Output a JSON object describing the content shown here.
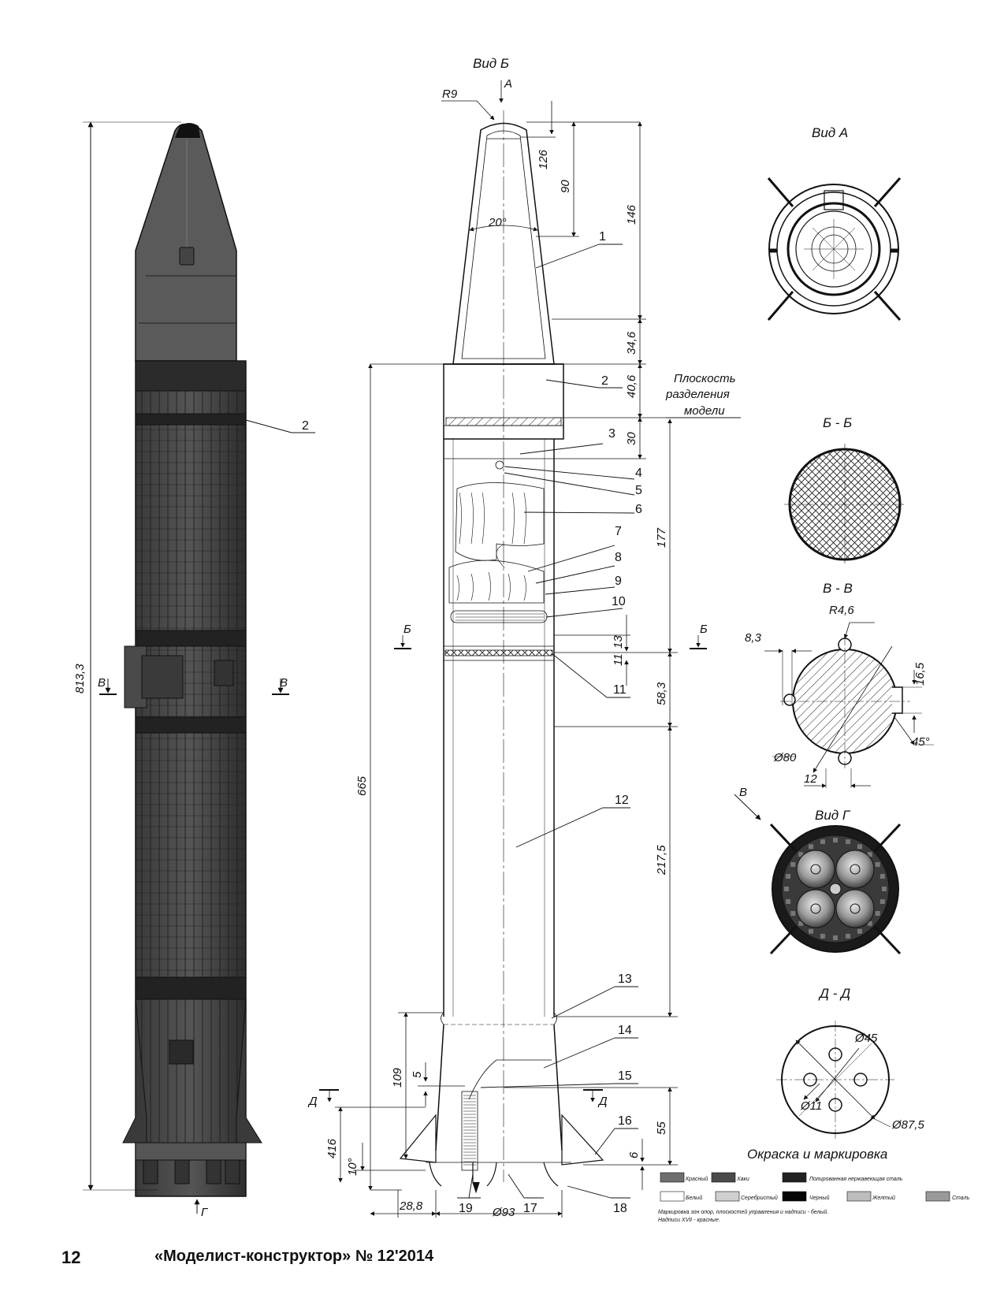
{
  "views": {
    "view_b": "Вид Б",
    "view_a": "Вид А",
    "view_g": "Вид Г",
    "section_bb": "Б - Б",
    "section_vv": "В - В",
    "section_dd": "Д - Д",
    "arrow_a": "А",
    "marker_b": "Б",
    "marker_v": "В",
    "marker_d": "Д",
    "marker_g": "Г"
  },
  "separation_plane": [
    "Плоскость",
    "разделения",
    "модели"
  ],
  "dimensions": {
    "overall_length": "813,3",
    "r9": "R9",
    "d126": "126",
    "d90": "90",
    "d146": "146",
    "angle20": "20°",
    "d34_6": "34,6",
    "d40_6": "40,6",
    "d30": "30",
    "d177": "177",
    "d13": "13",
    "d11": "11",
    "d58_3": "58,3",
    "d665": "665",
    "d217_5": "217,5",
    "d109": "109",
    "d5": "5",
    "d416": "416",
    "d10deg": "10°",
    "d55": "55",
    "d6": "6",
    "d28_8": "28,8",
    "d93": "Ø93",
    "r4_6": "R4,6",
    "d8_3": "8,3",
    "d16_5": "16,5",
    "d45deg": "45°",
    "d80": "Ø80",
    "d12": "12",
    "d45": "Ø45",
    "d11dia": "Ø11",
    "d87_5": "Ø87,5"
  },
  "callouts": [
    "1",
    "2",
    "3",
    "4",
    "5",
    "6",
    "7",
    "8",
    "9",
    "10",
    "11",
    "12",
    "13",
    "14",
    "15",
    "16",
    "17",
    "18",
    "19"
  ],
  "left_callout": "2",
  "legend": {
    "title": "Окраска и маркировка",
    "items": [
      {
        "label": "Красный",
        "color": "#6e6e6e"
      },
      {
        "label": "Хаки",
        "color": "#4a4a4a"
      },
      {
        "label": "Полированная нержавеющая сталь",
        "color": "#222222"
      },
      {
        "label": "Белый",
        "color": "#ffffff"
      },
      {
        "label": "Серебристый",
        "color": "#cfcfcf"
      },
      {
        "label": "Черный",
        "color": "#050505"
      },
      {
        "label": "Желтый",
        "color": "#bdbdbd"
      },
      {
        "label": "Сталь",
        "color": "#9a9a9a"
      }
    ],
    "note1": "Маркировка зон опор, плоскостей управления и надписи - белый.",
    "note2": "Надписи  ХVII - красные."
  },
  "footer": {
    "page_number": "12",
    "magazine": "«Моделист-конструктор» № 12'2014"
  }
}
